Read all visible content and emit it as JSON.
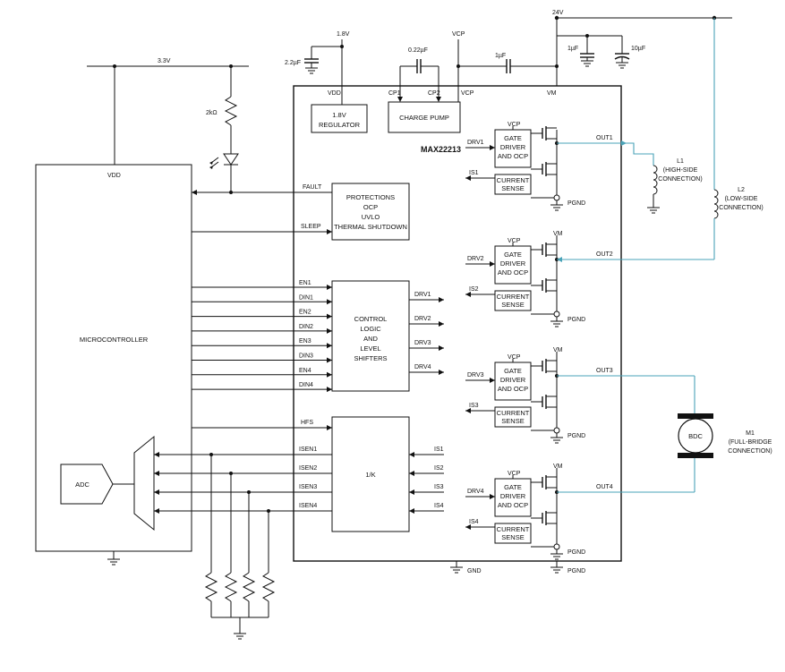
{
  "supply": {
    "v24": "24V",
    "v33": "3.3V",
    "v18": "1.8V",
    "vcp": "VCP"
  },
  "caps": {
    "c22u": "2.2µF",
    "c022u": "0.22µF",
    "c1u_top": "1µF",
    "c1u": "1µF",
    "c10u": "10µF"
  },
  "resistor": {
    "r2k": "2kΩ"
  },
  "ic": {
    "name": "MAX22213",
    "vdd": "VDD",
    "cp1": "CP1",
    "cp2": "CP2",
    "vcp": "VCP",
    "vm": "VM",
    "gnd": "GND",
    "pgnd": "PGND"
  },
  "regulator": {
    "line1": "1.8V",
    "line2": "REGULATOR"
  },
  "chargepump": {
    "label": "CHARGE PUMP"
  },
  "protections": {
    "l1": "PROTECTIONS",
    "l2": "OCP",
    "l3": "UVLO",
    "l4": "THERMAL SHUTDOWN"
  },
  "control": {
    "l1": "CONTROL",
    "l2": "LOGIC",
    "l3": "AND",
    "l4": "LEVEL",
    "l5": "SHIFTERS"
  },
  "control_outputs": [
    "DRV1",
    "DRV2",
    "DRV3",
    "DRV4"
  ],
  "ik": {
    "label": "1/K",
    "inputs": [
      "IS1",
      "IS2",
      "IS3",
      "IS4"
    ]
  },
  "mcu": {
    "label": "MICROCONTROLLER",
    "vdd": "VDD",
    "adc": "ADC"
  },
  "signals": {
    "fault": "FAULT",
    "sleep": "SLEEP",
    "en_din": [
      "EN1",
      "DIN1",
      "EN2",
      "DIN2",
      "EN3",
      "DIN3",
      "EN4",
      "DIN4"
    ],
    "hfs": "HFS",
    "isen": [
      "ISEN1",
      "ISEN2",
      "ISEN3",
      "ISEN4"
    ]
  },
  "channels": [
    {
      "vcp": "VCP",
      "drv": "DRV1",
      "is": "IS1",
      "out": "OUT1",
      "gate": [
        "GATE",
        "DRIVER",
        "AND OCP"
      ],
      "sense": [
        "CURRENT",
        "SENSE"
      ],
      "pgnd": "PGND",
      "vm": ""
    },
    {
      "vcp": "VCP",
      "drv": "DRV2",
      "is": "IS2",
      "out": "OUT2",
      "gate": [
        "GATE",
        "DRIVER",
        "AND OCP"
      ],
      "sense": [
        "CURRENT",
        "SENSE"
      ],
      "pgnd": "PGND",
      "vm": "VM"
    },
    {
      "vcp": "VCP",
      "drv": "DRV3",
      "is": "IS3",
      "out": "OUT3",
      "gate": [
        "GATE",
        "DRIVER",
        "AND OCP"
      ],
      "sense": [
        "CURRENT",
        "SENSE"
      ],
      "pgnd": "PGND",
      "vm": "VM"
    },
    {
      "vcp": "VCP",
      "drv": "DRV4",
      "is": "IS4",
      "out": "OUT4",
      "gate": [
        "GATE",
        "DRIVER",
        "AND OCP"
      ],
      "sense": [
        "CURRENT",
        "SENSE"
      ],
      "pgnd": "PGND",
      "vm": "VM"
    }
  ],
  "loads": {
    "l1": [
      "L1",
      "(HIGH-SIDE",
      "CONNECTION)"
    ],
    "l2": [
      "L2",
      "(LOW-SIDE",
      "CONNECTION)"
    ],
    "m1": [
      "M1",
      "(FULL-BRIDGE",
      "CONNECTION)"
    ],
    "bdc": "BDC"
  },
  "colors": {
    "wire": "#111111",
    "load_wire": "#4aa3b8"
  }
}
